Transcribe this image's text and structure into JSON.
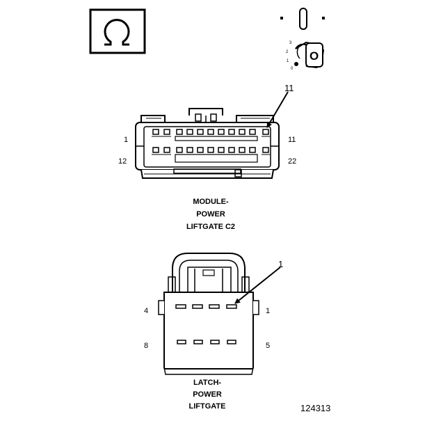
{
  "ohm_symbol": "Ω",
  "ignition": {
    "positions": [
      "3",
      "2",
      "1",
      "0"
    ],
    "key_glyph": "O"
  },
  "module_connector": {
    "callout": "11",
    "left_top_pin": "1",
    "left_bottom_pin": "12",
    "right_top_pin": "11",
    "right_bottom_pin": "22",
    "label_lines": [
      "MODULE-",
      "POWER",
      "LIFTGATE C2"
    ]
  },
  "latch_connector": {
    "callout": "1",
    "left_top_pin": "4",
    "left_bottom_pin": "8",
    "right_top_pin": "1",
    "right_bottom_pin": "5",
    "label_lines": [
      "LATCH-",
      "POWER",
      "LIFTGATE"
    ]
  },
  "figure_number": "124313"
}
